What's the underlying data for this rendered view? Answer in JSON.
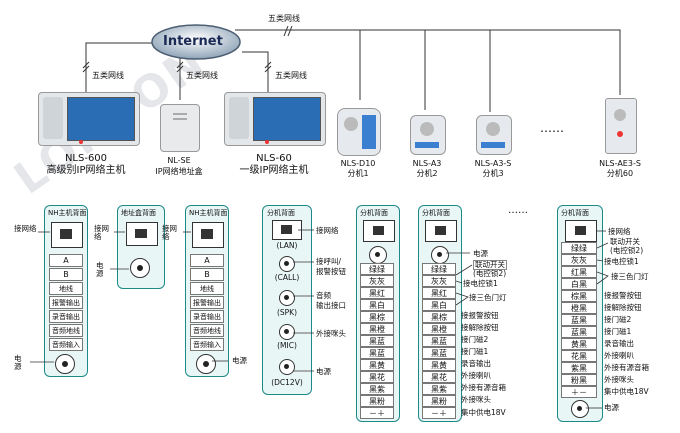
{
  "watermark": "LONBON",
  "network": {
    "internet": "Internet",
    "cable_top": "五类网线",
    "cable_a": "五类网线",
    "cable_b": "五类网线",
    "cable_c": "五类网线",
    "ellipsis": "……"
  },
  "devices": [
    {
      "name": "NLS-600",
      "desc": "高级别IP网络主机"
    },
    {
      "name": "NL-SE",
      "desc": "IP网络地址盒"
    },
    {
      "name": "NLS-60",
      "desc": "一级IP网络主机"
    },
    {
      "name": "NLS-D10",
      "desc": "分机1"
    },
    {
      "name": "NLS-A3",
      "desc": "分机2"
    },
    {
      "name": "NLS-A3-S",
      "desc": "分机3"
    },
    {
      "name": "NLS-AE3-S",
      "desc": "分机60"
    }
  ],
  "panels": {
    "nh600": {
      "title": "NH主机背面",
      "net": "接网络",
      "cells": [
        "A",
        "B",
        "地线",
        "报警输出",
        "录音输出",
        "音频地线",
        "音频输入"
      ],
      "power": "电源"
    },
    "addrbox": {
      "title": "地址盒背面",
      "net": "接网络",
      "power": "电源"
    },
    "nh60": {
      "title": "NH主机背面",
      "net": "接网络",
      "cells": [
        "A",
        "B",
        "地线",
        "报警输出",
        "录音输出",
        "音频地线",
        "音频输入"
      ],
      "power": "电源"
    },
    "d10": {
      "title": "分机背面",
      "ports": [
        "(LAN)",
        "(CALL)",
        "(SPK)",
        "(MIC)",
        "(DC12V)"
      ],
      "labels": [
        "接网络",
        "接呼叫/",
        "报警按钮",
        "音频",
        "输出接口",
        "外接咪头",
        "电源"
      ]
    },
    "a3": {
      "title": "分机背面",
      "cells": [
        "绿绿",
        "灰灰",
        "黑红",
        "黑白",
        "黑棕",
        "黑橙",
        "黑蓝",
        "黑蓝",
        "黑黄",
        "黑花",
        "黑紫",
        "黑粉",
        "－＋"
      ]
    },
    "a3s": {
      "title": "分机背面",
      "cells": [
        "绿绿",
        "灰灰",
        "黑红",
        "黑白",
        "黑棕",
        "黑橙",
        "黑蓝",
        "黑蓝",
        "黑黄",
        "黑花",
        "黑紫",
        "黑粉",
        "－＋"
      ],
      "labels": [
        "电源",
        "联动开关",
        "(电控锁2)",
        "接电控锁1",
        "接三色门灯",
        "接报警按钮",
        "接解除按钮",
        "接门磁2",
        "接门磁1",
        "录音输出",
        "外接喇叭",
        "外接有源音箱",
        "外接咪头",
        "集中供电18V"
      ]
    },
    "ae3s": {
      "title": "分机背面",
      "net": "接网络",
      "cells": [
        "绿绿",
        "灰灰",
        "红黑",
        "白黑",
        "棕黑",
        "橙黑",
        "蓝黑",
        "蓝黑",
        "黄黑",
        "花黑",
        "紫黑",
        "粉黑",
        "＋－"
      ],
      "labels": [
        "联动开关",
        "(电控锁2)",
        "接电控锁1",
        "接三色门灯",
        "接报警按钮",
        "接解除按钮",
        "接门磁2",
        "接门磁1",
        "录音输出",
        "外接喇叭",
        "外接有源音箱",
        "外接咪头",
        "集中供电18V",
        "电源"
      ]
    }
  }
}
